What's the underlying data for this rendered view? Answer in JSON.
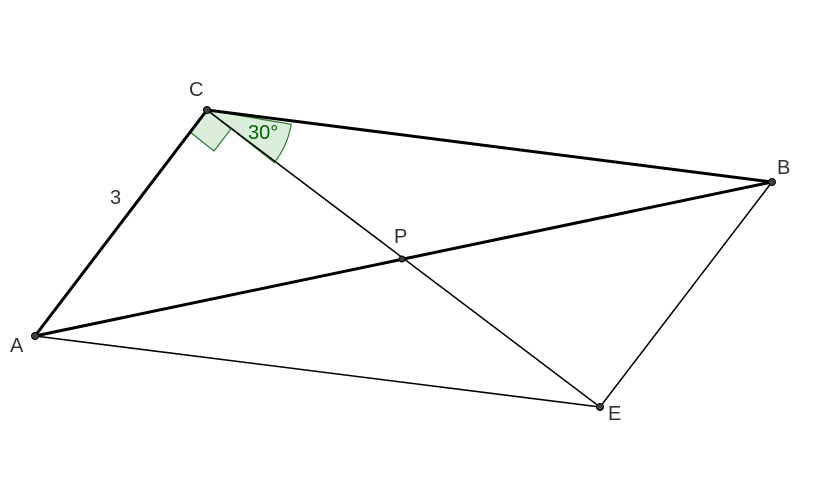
{
  "diagram": {
    "points": {
      "A": "A",
      "B": "B",
      "C": "C",
      "E": "E",
      "P": "P"
    },
    "labels": {
      "side_AC": "3",
      "angle_BCE": "30°"
    },
    "colors": {
      "angle_mark": "#2e7d32",
      "angle_text": "#006400"
    }
  }
}
